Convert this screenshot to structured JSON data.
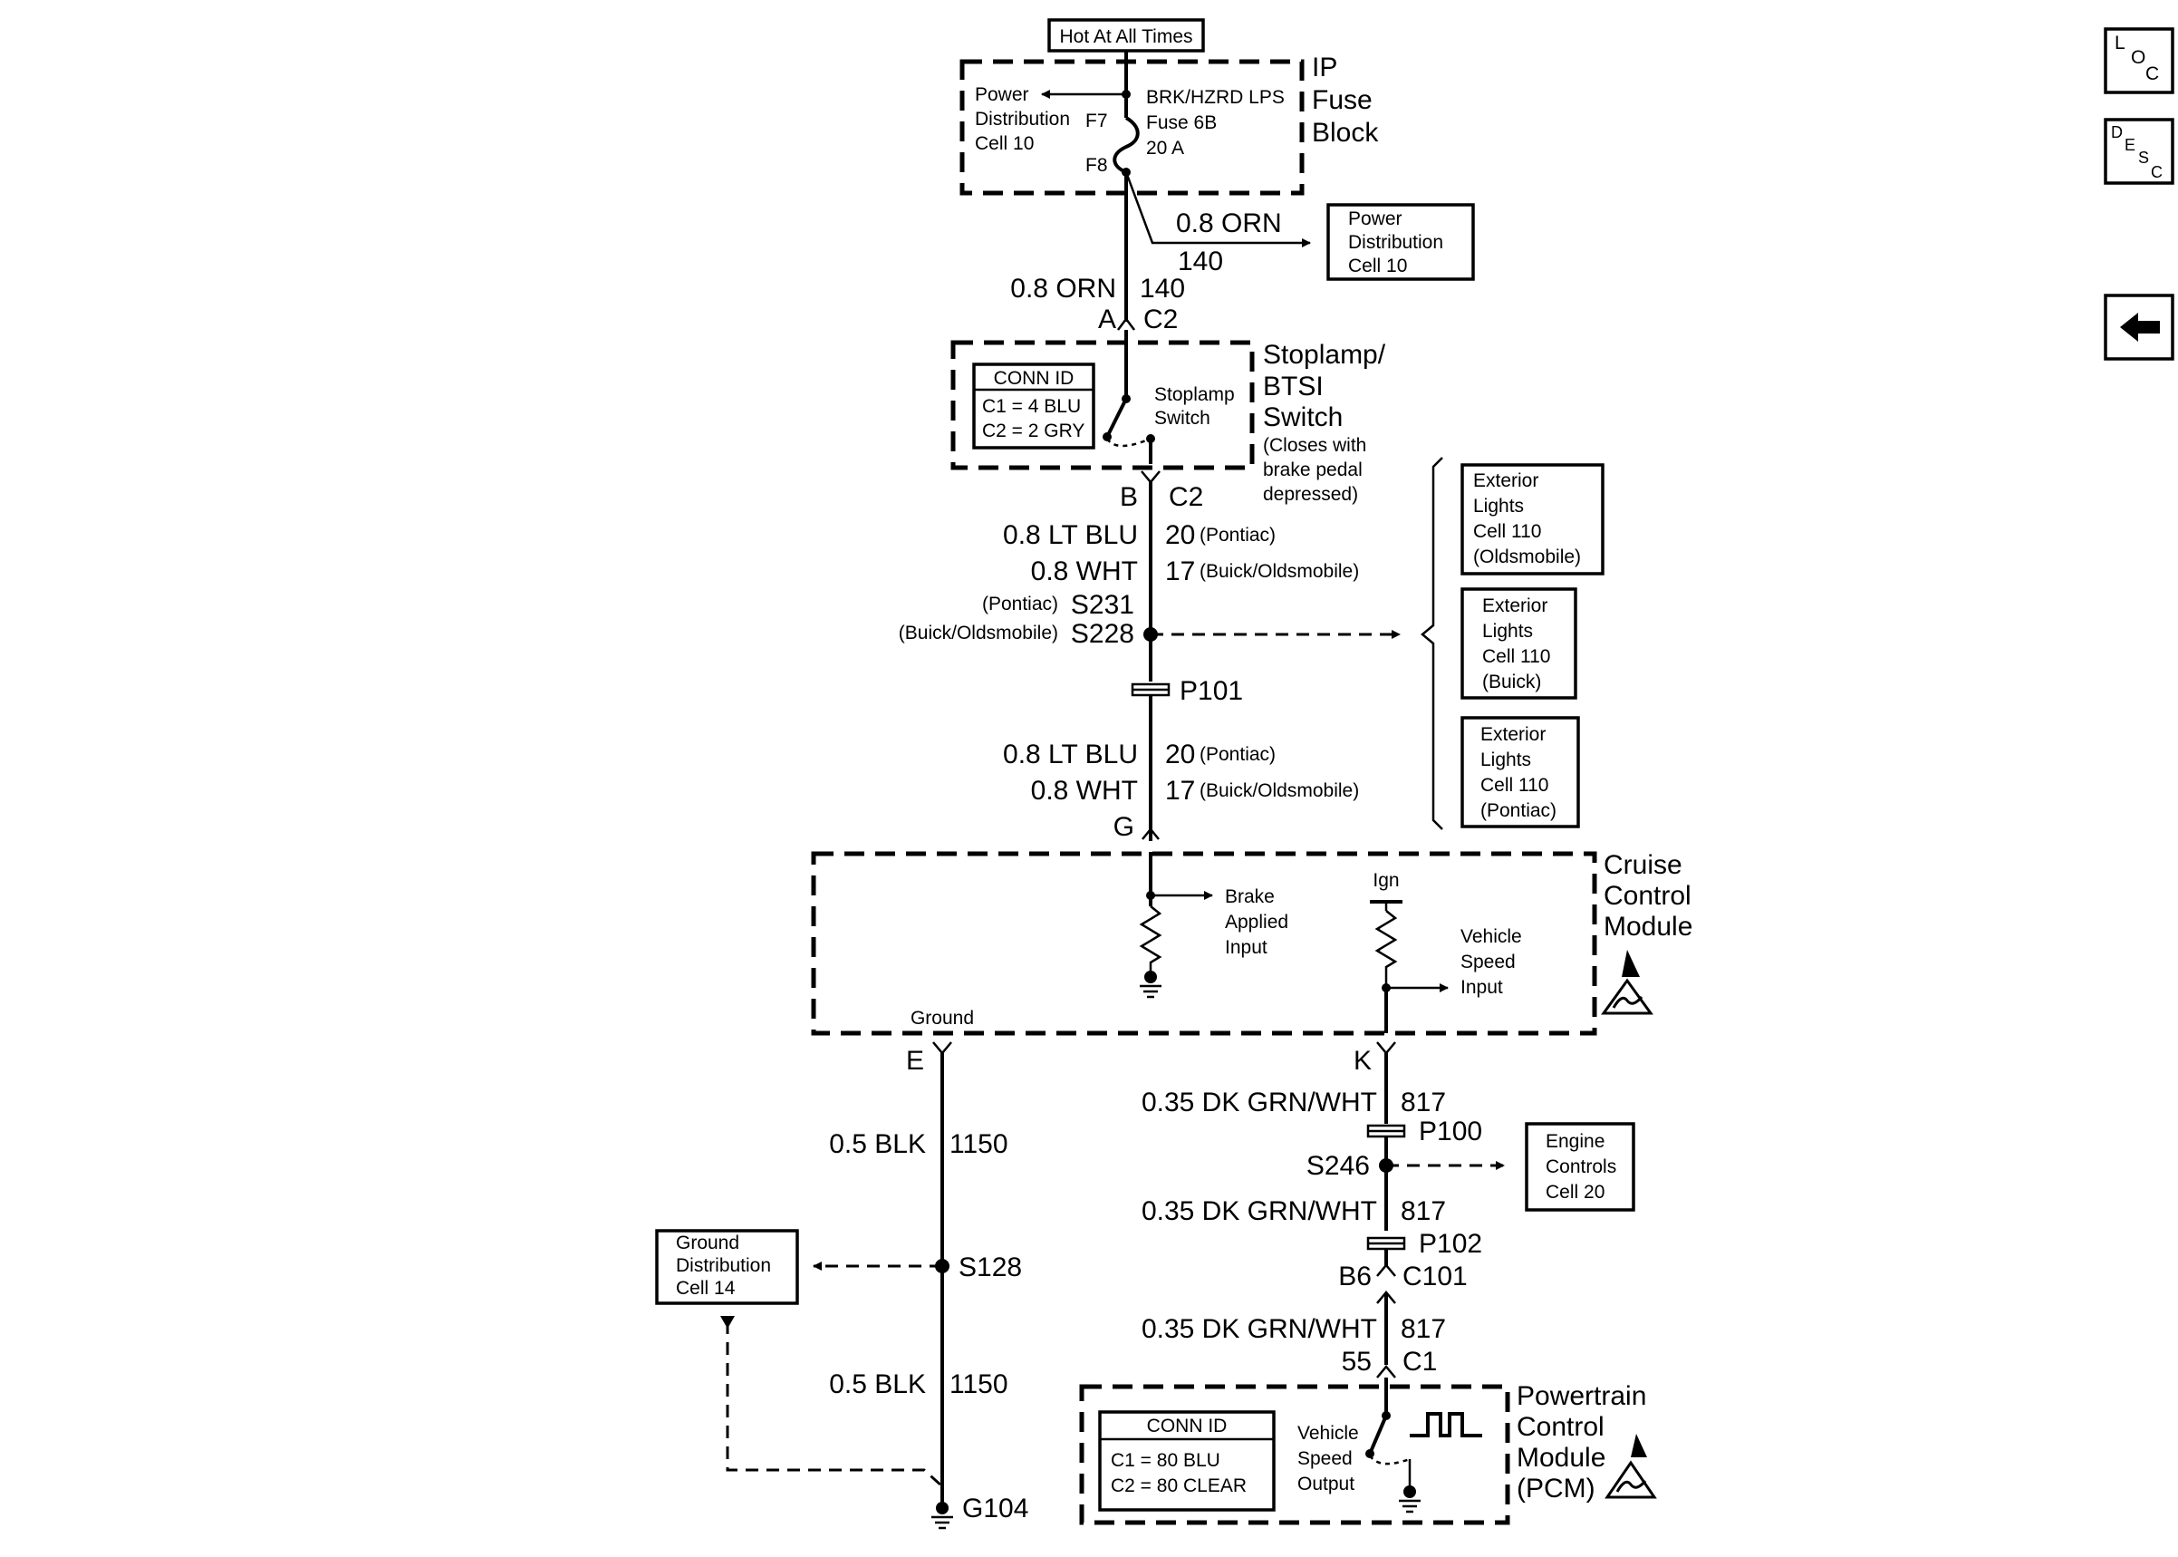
{
  "labels": {
    "hot_at_all_times": "Hot At All Times",
    "ip_fuse_block": [
      "IP",
      "Fuse",
      "Block"
    ],
    "power_distribution_lines": [
      "Power",
      "Distribution",
      "Cell 10"
    ],
    "fuse_f7": "F7",
    "fuse_f8": "F8",
    "fuse_lines": [
      "BRK/HZRD LPS",
      "Fuse 6B",
      "20 A"
    ],
    "wire_140_size": "0.8 ORN",
    "wire_140_num": "140",
    "connector_a": "A",
    "connector_c2_top": "C2",
    "stoplamp_title": [
      "Stoplamp/",
      "BTSI",
      "Switch"
    ],
    "stoplamp_note": [
      "(Closes with",
      "brake pedal",
      "depressed)"
    ],
    "stoplamp_switch": [
      "Stoplamp",
      "Switch"
    ],
    "conn_id_title": "CONN ID",
    "conn_id_1": [
      "C1 = 4 BLU",
      "C2 = 2 GRY"
    ],
    "connector_b": "B",
    "connector_c2_bottom": "C2",
    "wire_lt_blu": "0.8 LT BLU",
    "wire_20": "20",
    "pontiac": "(Pontiac)",
    "wire_wht": "0.8 WHT",
    "wire_17": "17",
    "buick_olds": "(Buick/Oldsmobile)",
    "s231": "S231",
    "s228": "S228",
    "p101": "P101",
    "connector_g": "G",
    "ext_lights_olds": [
      "Exterior",
      "Lights",
      "Cell 110",
      "(Oldsmobile)"
    ],
    "ext_lights_buick": [
      "Exterior",
      "Lights",
      "Cell 110",
      "(Buick)"
    ],
    "ext_lights_pontiac": [
      "Exterior",
      "Lights",
      "Cell 110",
      "(Pontiac)"
    ],
    "cruise_title": [
      "Cruise",
      "Control",
      "Module"
    ],
    "brake_applied": [
      "Brake",
      "Applied",
      "Input"
    ],
    "ign": "Ign",
    "vehicle_speed_input": [
      "Vehicle",
      "Speed",
      "Input"
    ],
    "ground": "Ground",
    "connector_e": "E",
    "connector_k": "K",
    "wire_blk": "0.5 BLK",
    "wire_1150": "1150",
    "wire_dkgrn": "0.35 DK GRN/WHT",
    "wire_817": "817",
    "p100": "P100",
    "s246": "S246",
    "engine_controls": [
      "Engine",
      "Controls",
      "Cell 20"
    ],
    "p102": "P102",
    "connector_b6": "B6",
    "connector_c101": "C101",
    "connector_55": "55",
    "connector_c1": "C1",
    "s128": "S128",
    "ground_distribution": [
      "Ground",
      "Distribution",
      "Cell 14"
    ],
    "g104": "G104",
    "pcm_title": [
      "Powertrain",
      "Control",
      "Module",
      "(PCM)"
    ],
    "vehicle_speed_output": [
      "Vehicle",
      "Speed",
      "Output"
    ],
    "conn_id_2": [
      "C1  =  80 BLU",
      "C2  =  80 CLEAR"
    ]
  },
  "nav": {
    "loc": [
      "L",
      "O",
      "C"
    ],
    "desc": [
      "D",
      "E",
      "S",
      "C"
    ],
    "back_icon": "left-arrow-icon"
  }
}
